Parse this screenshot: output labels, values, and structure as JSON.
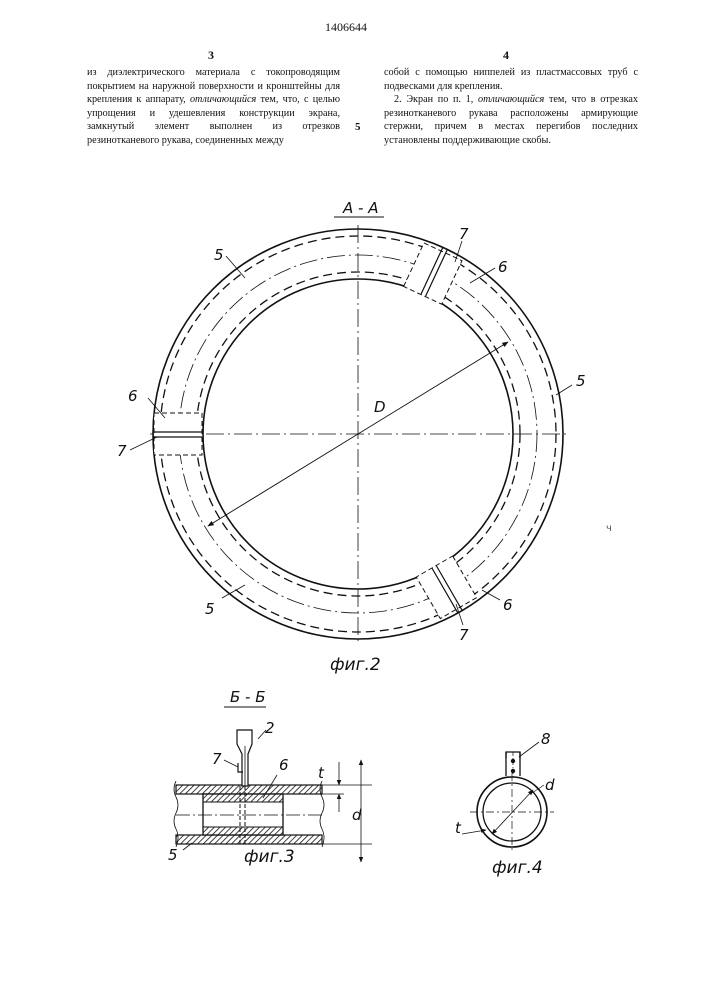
{
  "header": {
    "patent_number": "1406644",
    "left_column_number": "3",
    "right_column_number": "4",
    "line_marker": "5"
  },
  "text": {
    "left_column": [
      "из диэлектрического материала с токопроводящим покрытием на наружной поверхности и кронштейны для крепления к аппарату,",
      "отличающийся",
      "тем, что, с целью упрощения и удешевления конструкции экрана, замкнутый элемент выполнен из отрезков резинотканевого рукава, соединенных между"
    ],
    "right_column_p1": "собой с помощью ниппелей из пластмассовых труб с подвесками для крепления.",
    "right_column_p2": [
      "2. Экран по п. 1,",
      "отличающийся",
      "тем, что в отрезках резинотканевого рукава расположены армирующие стержни, причем в местах перегибов последних установлены поддерживающие скобы."
    ]
  },
  "figures": {
    "fig2": {
      "section_label": "А - А",
      "caption": "фиг.2",
      "labels": {
        "hose": "5",
        "nipple": "6",
        "hanger": "7",
        "diameter": "D"
      }
    },
    "fig3": {
      "section_label": "Б - Б",
      "caption": "фиг.3",
      "labels": {
        "bracket": "2",
        "hanger": "7",
        "nipple": "6",
        "hose": "5",
        "thickness": "t",
        "diameter": "d"
      }
    },
    "fig4": {
      "caption": "фиг.4",
      "labels": {
        "rod": "8",
        "diameter": "d",
        "thickness": "t"
      }
    },
    "stray_mark": "ч"
  }
}
